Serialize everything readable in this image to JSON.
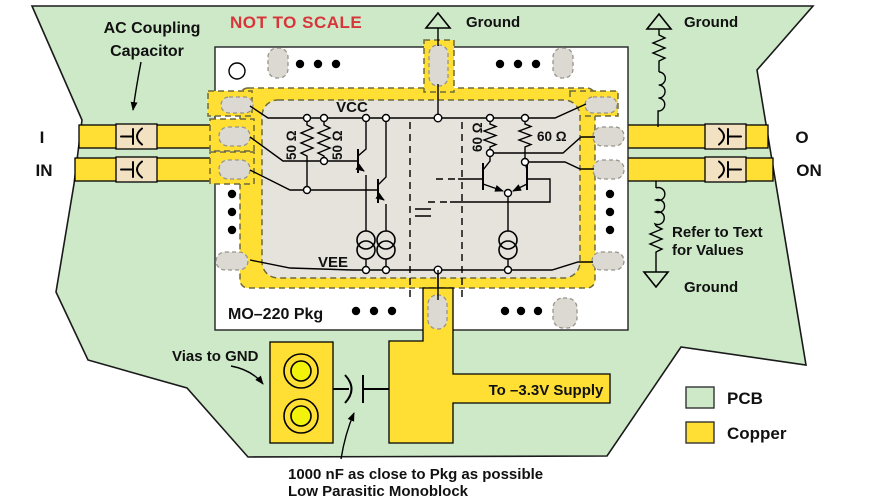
{
  "diagram": {
    "annotations": {
      "ac_coupling_1": "AC Coupling",
      "ac_coupling_2": "Capacitor",
      "not_to_scale": "NOT TO SCALE",
      "vias_to_gnd": "Vias to GND",
      "cap_note_1": "1000 nF as close to Pkg as possible",
      "cap_note_2": "Low Parasitic Monoblock"
    },
    "grounds": {
      "top_center": "Ground",
      "top_right": "Ground",
      "bottom_right": "Ground"
    },
    "schematic": {
      "vcc": "VCC",
      "vee": "VEE",
      "r50a": "50 Ω",
      "r50b": "50 Ω",
      "r60a": "60 Ω",
      "r60b": "60 Ω",
      "refer_1": "Refer to Text",
      "refer_2": "for Values"
    },
    "package_label": "MO–220 Pkg",
    "ports": {
      "in_p": "I",
      "in_n": "IN",
      "out_p": "O",
      "out_n": "ON"
    },
    "supply_label": "To –3.3V Supply",
    "legend": {
      "pcb": "PCB",
      "copper": "Copper"
    },
    "colors": {
      "pcb_green": "#cde9c8",
      "copper_yellow": "#ffdf33",
      "capacitor_beige": "#f3e2c2",
      "package_white": "#ffffff",
      "die_gray": "#e6e3dd",
      "pad_gray": "#dcd9d2",
      "warning_red": "#d8353b",
      "via_inner_yellow": "#f2f20a"
    }
  }
}
